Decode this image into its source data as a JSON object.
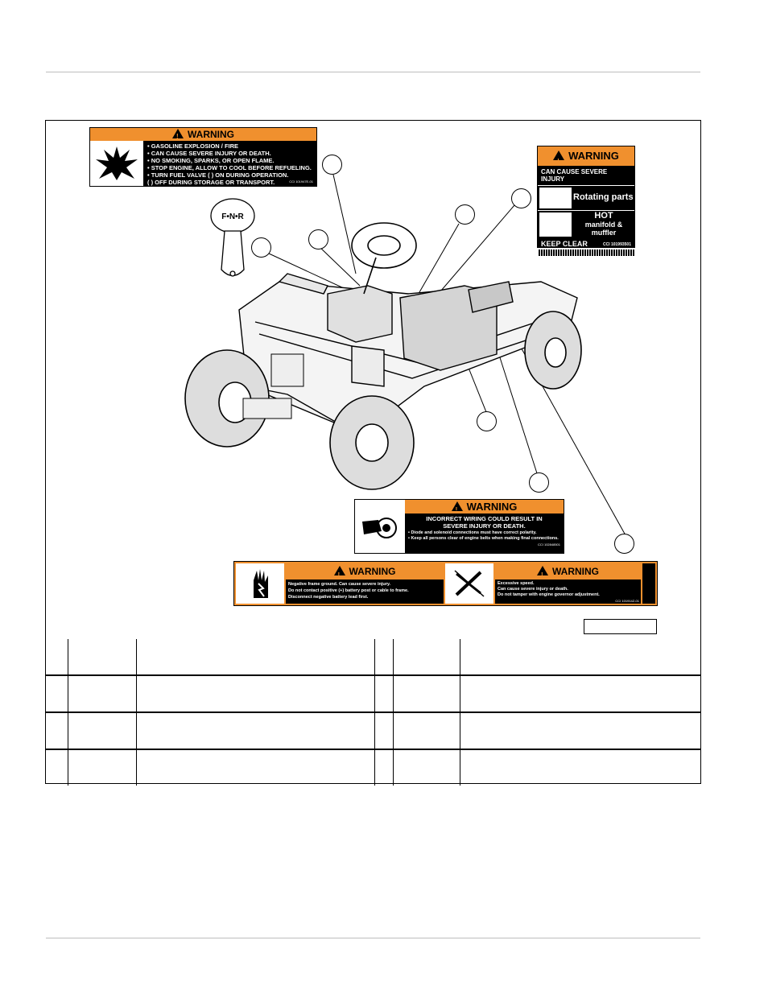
{
  "decals": {
    "fuel": {
      "heading": "WARNING",
      "lines": [
        "• GASOLINE EXPLOSION / FIRE",
        "• CAN CAUSE SEVERE INJURY OR DEATH.",
        "• NO SMOKING, SPARKS, OR OPEN FLAME.",
        "• STOP ENGINE, ALLOW TO COOL BEFORE REFUELING.",
        "• TURN FUEL VALVE (   ) ON DURING OPERATION.",
        "  (   ) OFF DURING STORAGE OR TRANSPORT."
      ],
      "part_no": "CCI 101947E-01"
    },
    "shifter": {
      "text": "F•N•R"
    },
    "engine": {
      "heading": "WARNING",
      "subheading": "CAN CAUSE SEVERE INJURY",
      "row1": "Rotating parts",
      "row2a": "HOT",
      "row2b": "manifold & muffler",
      "footer": "KEEP CLEAR",
      "part_no": "CCI 101993501"
    },
    "wiring": {
      "heading": "WARNING",
      "line1": "INCORRECT WIRING COULD RESULT IN",
      "line2": "SEVERE INJURY OR DEATH.",
      "bullet1": "• Diode and solenoid connections must have correct polarity.",
      "bullet2": "• Keep all persons clear of engine belts when making final connections.",
      "part_no": "CCI 102848501"
    },
    "battery": {
      "heading": "WARNING",
      "line1": "Negative frame ground.  Can cause severe injury.",
      "line2": "Do not contact positive (+) battery post or cable to frame.",
      "line3": "Disconnect negative battery lead first."
    },
    "speed": {
      "heading": "WARNING",
      "line1": "Excessive speed.",
      "line2": "Can cause severe injury or death.",
      "line3": "Do not tamper with engine governor adjustment.",
      "part_no": "CCI 101914Z-01"
    }
  }
}
